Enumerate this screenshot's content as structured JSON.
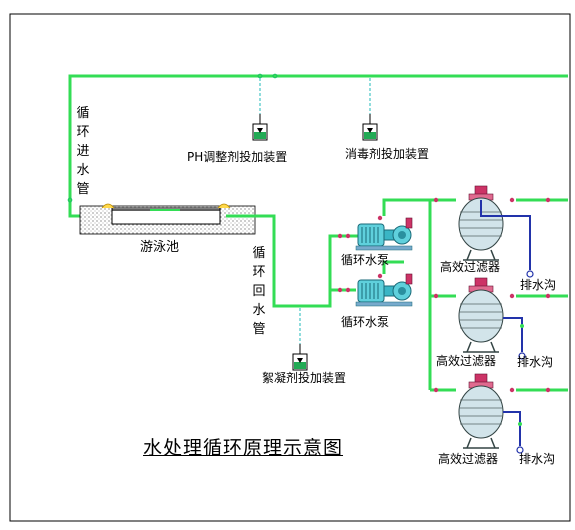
{
  "colors": {
    "pipe": "#33dd55",
    "frame": "#000000",
    "pump": "#5fd0dc",
    "filter": "#d2e4ea",
    "valve": "#cc3366",
    "drain_pipe": "#2233aa",
    "dosing": "#22aa55",
    "accent": "#ffd84a"
  },
  "labels": {
    "ph_dosing": "PH调整剂投加装置",
    "disinfect_dosing": "消毒剂投加装置",
    "inlet_pipe": "循环进水管",
    "pool": "游泳池",
    "return_pipe": "循环回水管",
    "pump_1": "循环水泵",
    "pump_2": "循环水泵",
    "coagulant_dosing": "絮凝剂投加装置",
    "filter_1": "高效过滤器",
    "filter_2": "高效过滤器",
    "filter_3": "高效过滤器",
    "drain_1": "排水沟",
    "drain_2": "排水沟",
    "drain_3": "排水沟",
    "title": "水处理循环原理示意图"
  },
  "icons": {
    "pump": "centrifugal-pump-icon",
    "filter": "sand-filter-tank-icon",
    "dosing": "dosing-tank-icon",
    "valve": "valve-icon",
    "drain": "drain-outlet-icon"
  }
}
